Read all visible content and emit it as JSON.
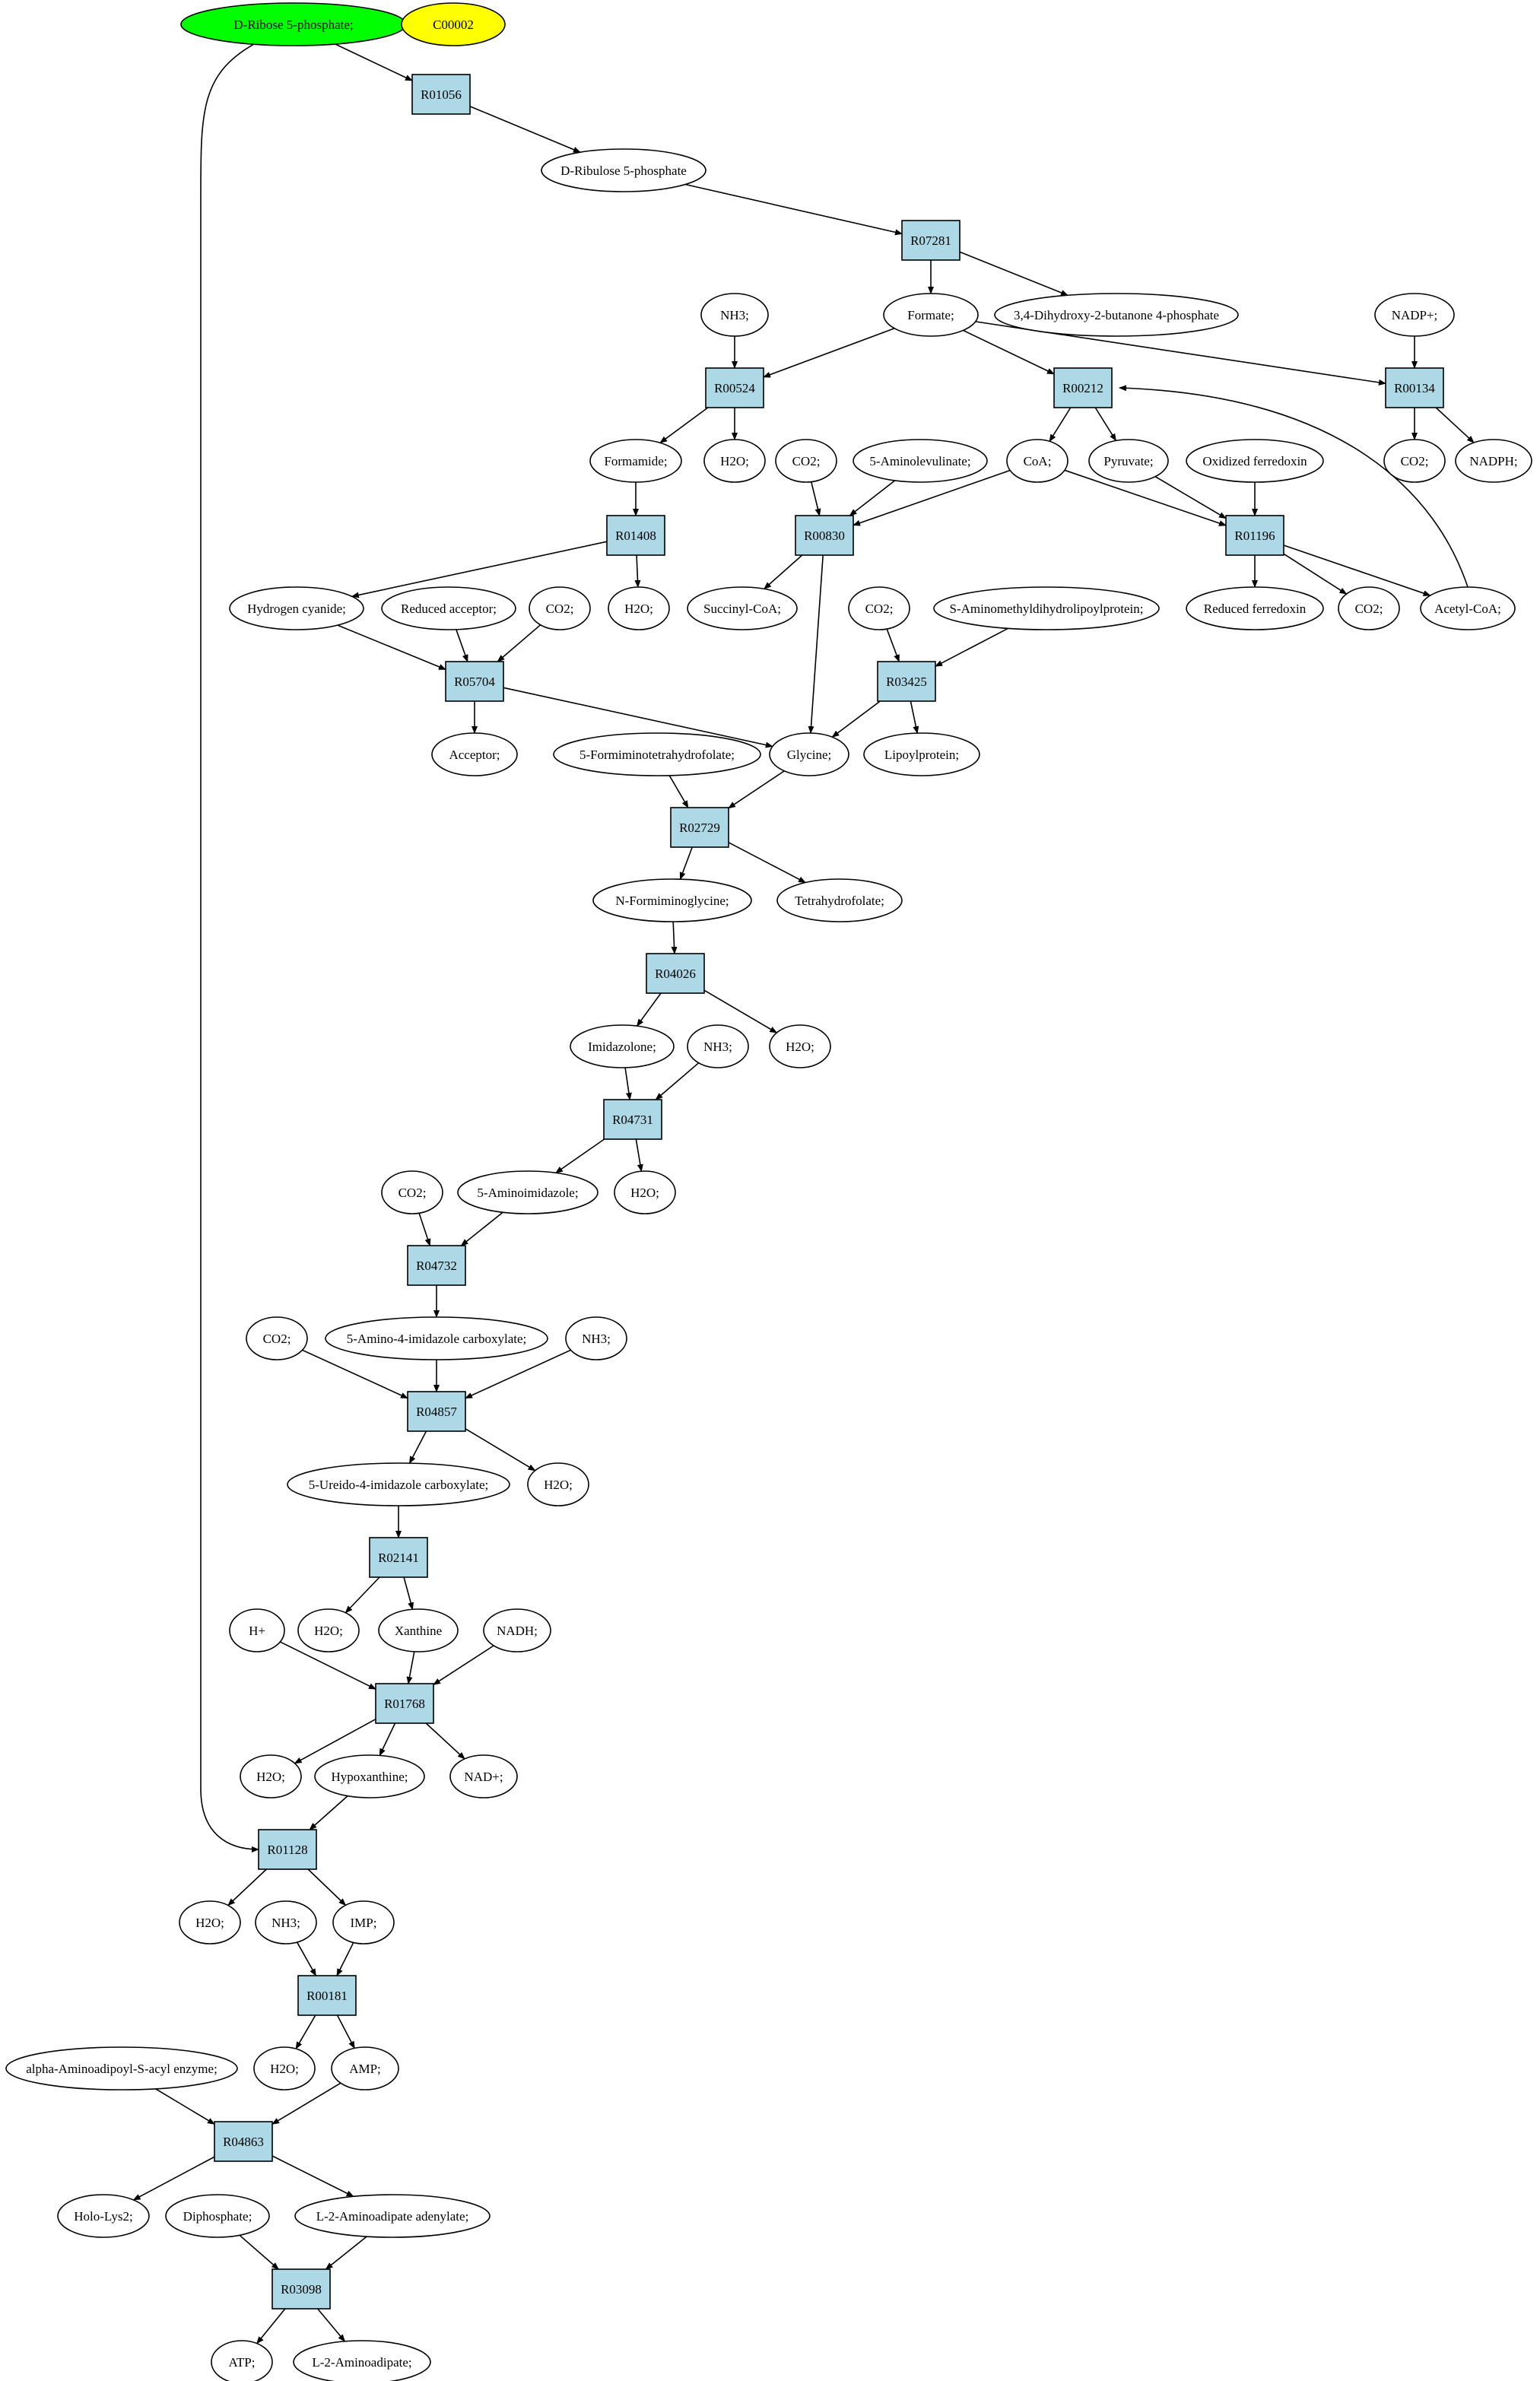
{
  "colors": {
    "reaction_fill": "#add8e6",
    "compound_fill": "#ffffff",
    "start_fill": "#00ff00",
    "target_fill": "#ffff00",
    "edge": "#000000"
  },
  "nodes": {
    "c_ribose5p": {
      "label": "D-Ribose 5-phosphate;",
      "kind": "start"
    },
    "c_c00002": {
      "label": "C00002",
      "kind": "target"
    },
    "r_R01056": {
      "label": "R01056",
      "kind": "reaction"
    },
    "c_ribulose5p": {
      "label": "D-Ribulose 5-phosphate",
      "kind": "compound"
    },
    "r_R07281": {
      "label": "R07281",
      "kind": "reaction"
    },
    "c_nh3_1": {
      "label": "NH3;",
      "kind": "compound"
    },
    "c_formate": {
      "label": "Formate;",
      "kind": "compound"
    },
    "c_dhbp": {
      "label": "3,4-Dihydroxy-2-butanone 4-phosphate",
      "kind": "compound"
    },
    "c_nadp": {
      "label": "NADP+;",
      "kind": "compound"
    },
    "r_R00524": {
      "label": "R00524",
      "kind": "reaction"
    },
    "r_R00212": {
      "label": "R00212",
      "kind": "reaction"
    },
    "r_R00134": {
      "label": "R00134",
      "kind": "reaction"
    },
    "c_formamide": {
      "label": "Formamide;",
      "kind": "compound"
    },
    "c_h2o_1": {
      "label": "H2O;",
      "kind": "compound"
    },
    "c_co2_1": {
      "label": "CO2;",
      "kind": "compound"
    },
    "c_ala": {
      "label": "5-Aminolevulinate;",
      "kind": "compound"
    },
    "c_coa": {
      "label": "CoA;",
      "kind": "compound"
    },
    "c_pyruvate": {
      "label": "Pyruvate;",
      "kind": "compound"
    },
    "c_oxfd": {
      "label": "Oxidized ferredoxin",
      "kind": "compound"
    },
    "c_co2_2": {
      "label": "CO2;",
      "kind": "compound"
    },
    "c_nadph": {
      "label": "NADPH;",
      "kind": "compound"
    },
    "r_R01408": {
      "label": "R01408",
      "kind": "reaction"
    },
    "r_R00830": {
      "label": "R00830",
      "kind": "reaction"
    },
    "r_R01196": {
      "label": "R01196",
      "kind": "reaction"
    },
    "c_hcn": {
      "label": "Hydrogen cyanide;",
      "kind": "compound"
    },
    "c_redacc": {
      "label": "Reduced acceptor;",
      "kind": "compound"
    },
    "c_co2_3": {
      "label": "CO2;",
      "kind": "compound"
    },
    "c_h2o_2": {
      "label": "H2O;",
      "kind": "compound"
    },
    "c_succoa": {
      "label": "Succinyl-CoA;",
      "kind": "compound"
    },
    "c_co2_4": {
      "label": "CO2;",
      "kind": "compound"
    },
    "c_samdhlp": {
      "label": "S-Aminomethyldihydrolipoylprotein;",
      "kind": "compound"
    },
    "c_redfd": {
      "label": "Reduced ferredoxin",
      "kind": "compound"
    },
    "c_co2_5": {
      "label": "CO2;",
      "kind": "compound"
    },
    "c_acetylcoa": {
      "label": "Acetyl-CoA;",
      "kind": "compound"
    },
    "r_R05704": {
      "label": "R05704",
      "kind": "reaction"
    },
    "r_R03425": {
      "label": "R03425",
      "kind": "reaction"
    },
    "c_acceptor": {
      "label": "Acceptor;",
      "kind": "compound"
    },
    "c_fthf": {
      "label": "5-Formiminotetrahydrofolate;",
      "kind": "compound"
    },
    "c_glycine": {
      "label": "Glycine;",
      "kind": "compound"
    },
    "c_lipoylprot": {
      "label": "Lipoylprotein;",
      "kind": "compound"
    },
    "r_R02729": {
      "label": "R02729",
      "kind": "reaction"
    },
    "c_nfgly": {
      "label": "N-Formiminoglycine;",
      "kind": "compound"
    },
    "c_thf": {
      "label": "Tetrahydrofolate;",
      "kind": "compound"
    },
    "r_R04026": {
      "label": "R04026",
      "kind": "reaction"
    },
    "c_imidazolone": {
      "label": "Imidazolone;",
      "kind": "compound"
    },
    "c_nh3_2": {
      "label": "NH3;",
      "kind": "compound"
    },
    "c_h2o_3": {
      "label": "H2O;",
      "kind": "compound"
    },
    "r_R04731": {
      "label": "R04731",
      "kind": "reaction"
    },
    "c_co2_6": {
      "label": "CO2;",
      "kind": "compound"
    },
    "c_5ai": {
      "label": "5-Aminoimidazole;",
      "kind": "compound"
    },
    "c_h2o_4": {
      "label": "H2O;",
      "kind": "compound"
    },
    "r_R04732": {
      "label": "R04732",
      "kind": "reaction"
    },
    "c_co2_7": {
      "label": "CO2;",
      "kind": "compound"
    },
    "c_aica": {
      "label": "5-Amino-4-imidazole carboxylate;",
      "kind": "compound"
    },
    "c_nh3_3": {
      "label": "NH3;",
      "kind": "compound"
    },
    "r_R04857": {
      "label": "R04857",
      "kind": "reaction"
    },
    "c_uica": {
      "label": "5-Ureido-4-imidazole carboxylate;",
      "kind": "compound"
    },
    "c_h2o_5": {
      "label": "H2O;",
      "kind": "compound"
    },
    "r_R02141": {
      "label": "R02141",
      "kind": "reaction"
    },
    "c_hplus": {
      "label": "H+",
      "kind": "compound"
    },
    "c_h2o_6": {
      "label": "H2O;",
      "kind": "compound"
    },
    "c_xanthine": {
      "label": "Xanthine",
      "kind": "compound"
    },
    "c_nadh": {
      "label": "NADH;",
      "kind": "compound"
    },
    "r_R01768": {
      "label": "R01768",
      "kind": "reaction"
    },
    "c_h2o_7": {
      "label": "H2O;",
      "kind": "compound"
    },
    "c_hypoxanthine": {
      "label": "Hypoxanthine;",
      "kind": "compound"
    },
    "c_nad": {
      "label": "NAD+;",
      "kind": "compound"
    },
    "r_R01128": {
      "label": "R01128",
      "kind": "reaction"
    },
    "c_h2o_8": {
      "label": "H2O;",
      "kind": "compound"
    },
    "c_nh3_4": {
      "label": "NH3;",
      "kind": "compound"
    },
    "c_imp": {
      "label": "IMP;",
      "kind": "compound"
    },
    "r_R00181": {
      "label": "R00181",
      "kind": "reaction"
    },
    "c_aaacyl": {
      "label": "alpha-Aminoadipoyl-S-acyl enzyme;",
      "kind": "compound"
    },
    "c_h2o_9": {
      "label": "H2O;",
      "kind": "compound"
    },
    "c_amp": {
      "label": "AMP;",
      "kind": "compound"
    },
    "r_R04863": {
      "label": "R04863",
      "kind": "reaction"
    },
    "c_hololys2": {
      "label": "Holo-Lys2;",
      "kind": "compound"
    },
    "c_diphosphate": {
      "label": "Diphosphate;",
      "kind": "compound"
    },
    "c_l2aa_adenylate": {
      "label": "L-2-Aminoadipate adenylate;",
      "kind": "compound"
    },
    "r_R03098": {
      "label": "R03098",
      "kind": "reaction"
    },
    "c_atp": {
      "label": "ATP;",
      "kind": "compound"
    },
    "c_l2aa": {
      "label": "L-2-Aminoadipate;",
      "kind": "compound"
    }
  }
}
